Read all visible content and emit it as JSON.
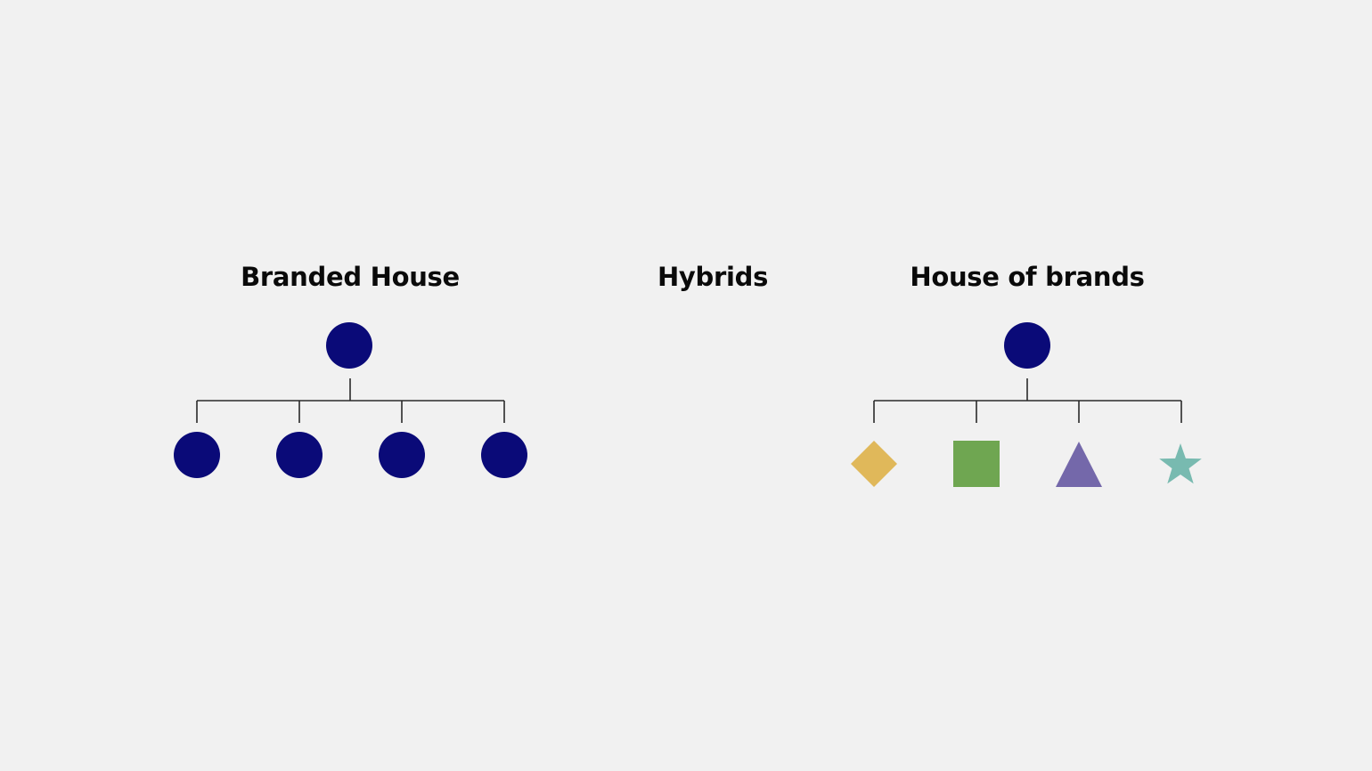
{
  "headings": {
    "branded_house": "Branded House",
    "hybrids": "Hybrids",
    "house_of_brands": "House of brands"
  },
  "colors": {
    "background": "#f1f1f1",
    "parent_node": "#0a0a78",
    "connector": "#2b2b2b",
    "diamond": "#e0b85a",
    "square": "#6fa651",
    "triangle": "#7468aa",
    "star": "#78bab0"
  },
  "diagrams": {
    "branded_house": {
      "parent": "circle",
      "children": [
        "circle",
        "circle",
        "circle",
        "circle"
      ]
    },
    "house_of_brands": {
      "parent": "circle",
      "children": [
        "diamond",
        "square",
        "triangle",
        "star"
      ]
    }
  }
}
